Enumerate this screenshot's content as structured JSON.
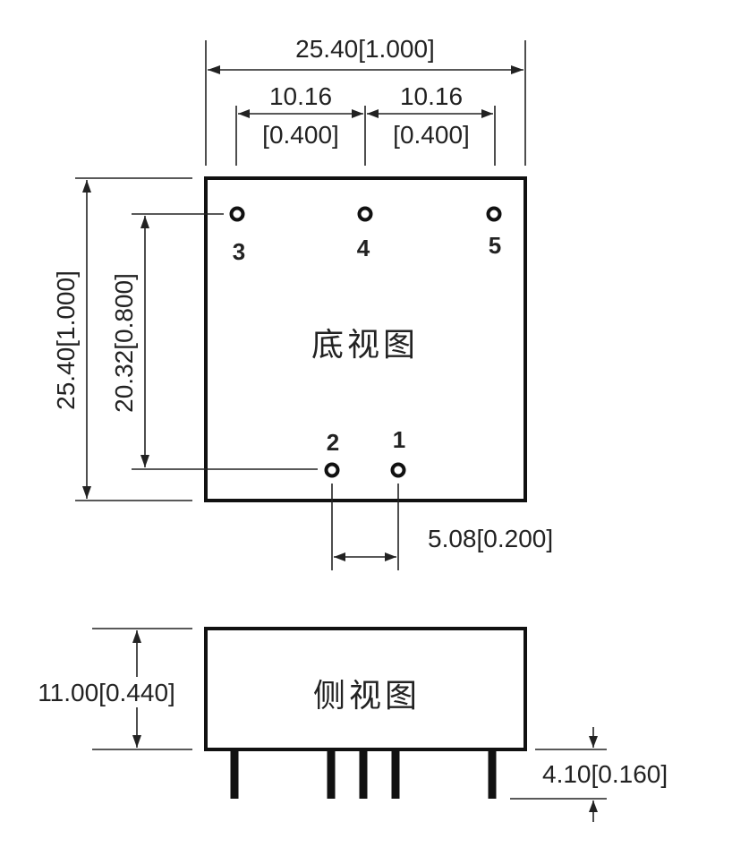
{
  "dimensions": {
    "overall_width": "25.40[1.000]",
    "pitch_left_mm": "10.16",
    "pitch_left_in": "[0.400]",
    "pitch_right_mm": "10.16",
    "pitch_right_in": "[0.400]",
    "overall_height": "25.40[1.000]",
    "pin_row_spacing": "20.32[0.800]",
    "pin_pitch_bottom": "5.08[0.200]",
    "body_height": "11.00[0.440]",
    "pin_length": "4.10[0.160]"
  },
  "views": {
    "bottom_view_label": "底视图",
    "side_view_label": "侧视图"
  },
  "pins": {
    "p1": "1",
    "p2": "2",
    "p3": "3",
    "p4": "4",
    "p5": "5"
  }
}
